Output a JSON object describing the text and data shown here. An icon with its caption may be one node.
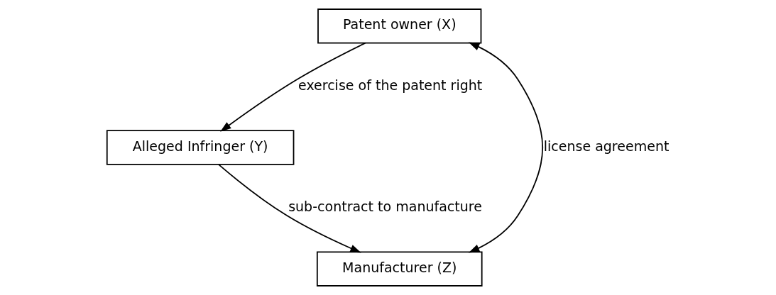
{
  "diagram": {
    "nodes": [
      {
        "text": [
          "Patent owner (X)"
        ]
      },
      {
        "text": [
          "Alleged Infringer (Y)"
        ]
      },
      {
        "text": [
          "Manufacturer (Z)"
        ]
      }
    ],
    "edges": [
      {
        "from": 0,
        "to": 1,
        "arrow": "to",
        "label": "exercise of the patent right"
      },
      {
        "from": 2,
        "to": 0,
        "arrow": "both",
        "label": "license agreement"
      },
      {
        "from": 1,
        "to": 2,
        "arrow": "to",
        "label": "sub-contract to manufacture"
      }
    ]
  }
}
